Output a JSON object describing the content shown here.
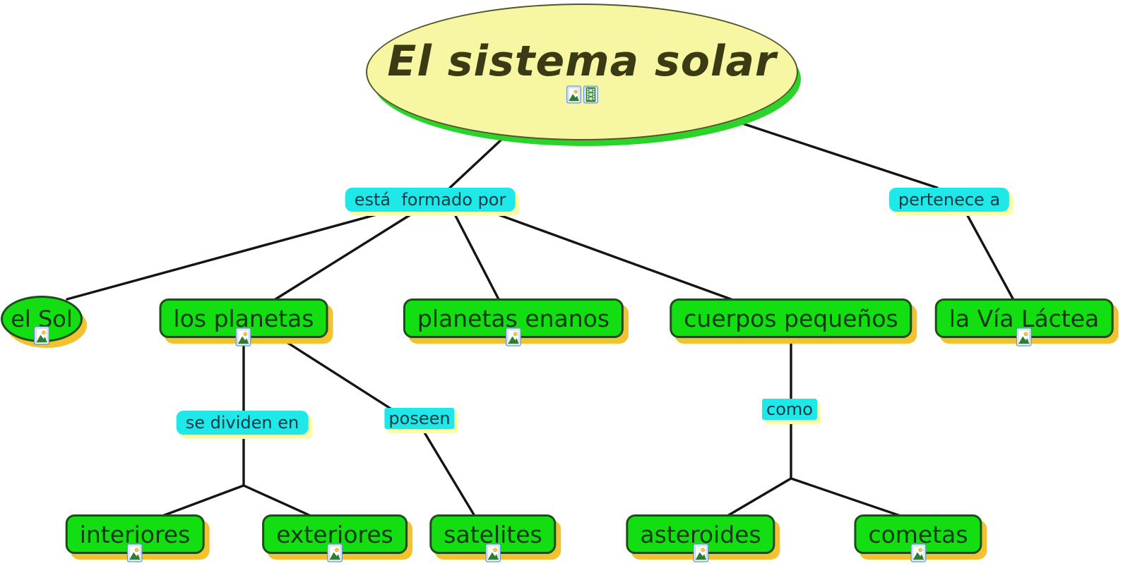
{
  "root": {
    "label": "El sistema solar",
    "attachments": [
      "image-attachment-icon",
      "video-attachment-icon"
    ]
  },
  "concepts": {
    "el_sol": {
      "label": "el Sol",
      "attachment": "image-attachment-icon"
    },
    "los_planetas": {
      "label": "los planetas",
      "attachment": "image-attachment-icon"
    },
    "planetas_enanos": {
      "label": "planetas enanos",
      "attachment": "image-attachment-icon"
    },
    "cuerpos_pequenos": {
      "label": "cuerpos pequeños",
      "attachment": null
    },
    "la_via_lactea": {
      "label": "la Vía Láctea",
      "attachment": "image-attachment-icon"
    },
    "interiores": {
      "label": "interiores",
      "attachment": "image-attachment-icon"
    },
    "exteriores": {
      "label": "exteriores",
      "attachment": "image-attachment-icon"
    },
    "satelites": {
      "label": "satelites",
      "attachment": "image-attachment-icon"
    },
    "asteroides": {
      "label": "asteroides",
      "attachment": "image-attachment-icon"
    },
    "cometas": {
      "label": "cometas",
      "attachment": "image-attachment-icon"
    }
  },
  "linking_phrases": {
    "esta_formado_por": {
      "label": "está  formado por"
    },
    "pertenece_a": {
      "label": "pertenece a"
    },
    "se_dividen_en": {
      "label": "se dividen en"
    },
    "poseen": {
      "label": "poseen"
    },
    "como": {
      "label": "como"
    }
  },
  "colors": {
    "background": "#ffffff",
    "concept_fill": "#12de12",
    "concept_border": "#1d4d1d",
    "concept_text": "#113911",
    "concept_shadow": "#f2c230",
    "root_fill": "#f6f6a3",
    "root_shadow": "#2bd42b",
    "root_text": "#3a3a14",
    "link_fill": "#1fe8e8",
    "link_text": "#0d3c46",
    "link_shadow": "#fbffa3",
    "line": "#141414"
  }
}
